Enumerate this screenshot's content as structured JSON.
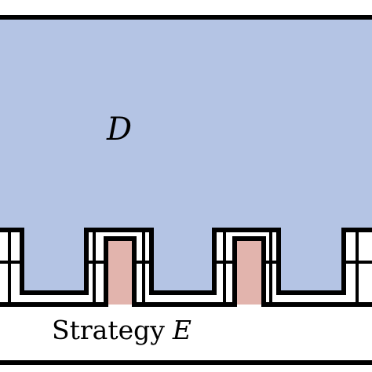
{
  "regions": {
    "top": {
      "label": "D",
      "fill": "#b4c4e4"
    },
    "bottom": {
      "label_text": "Strategy",
      "label_var": "E",
      "fill": "#e2b4ad"
    }
  },
  "colors": {
    "outline": "#000000",
    "background": "#ffffff",
    "gap": "#ffffff"
  }
}
